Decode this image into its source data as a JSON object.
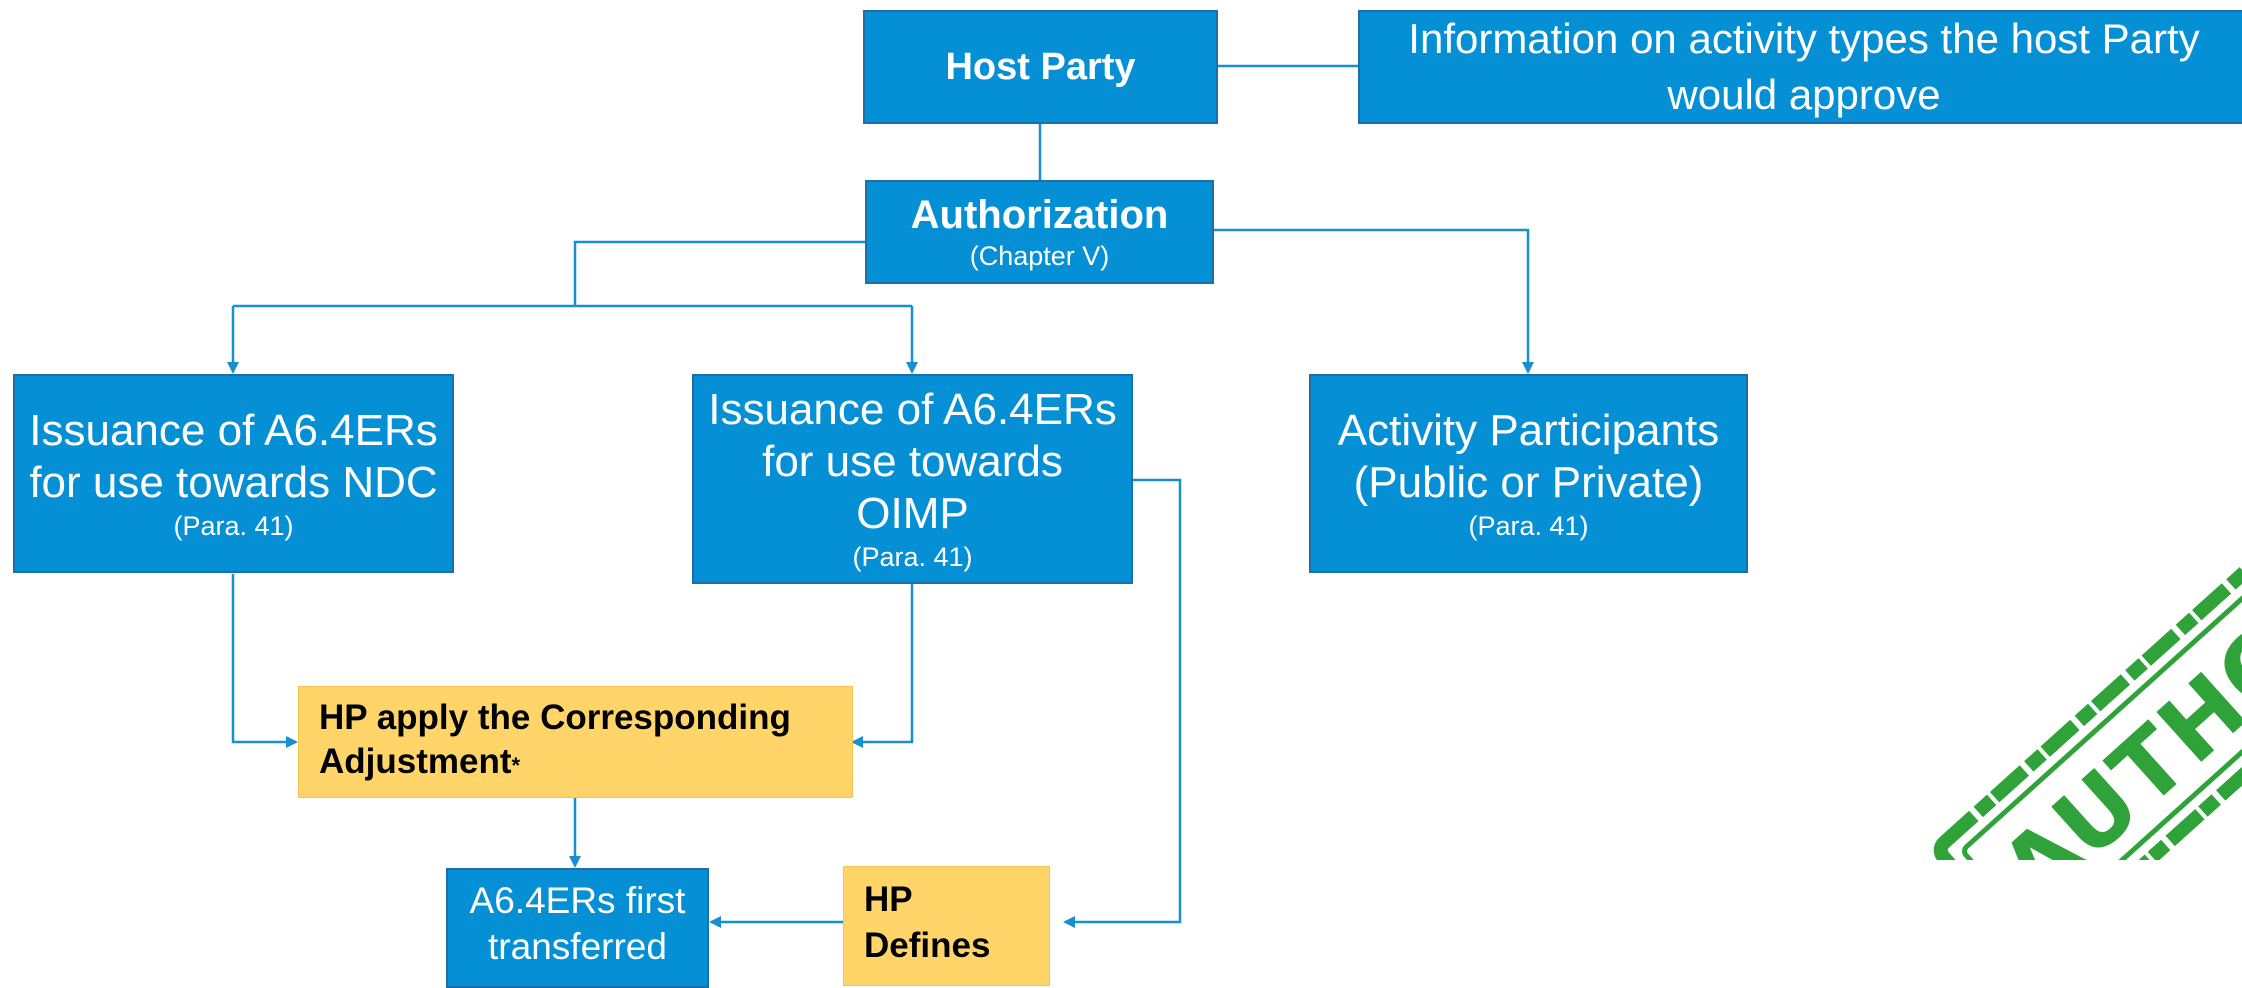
{
  "host_party": {
    "title": "Host Party"
  },
  "info": {
    "text": "Information on activity types the host Party would approve"
  },
  "authorization": {
    "title": "Authorization",
    "sub": "(Chapter V)"
  },
  "ndc": {
    "line1": "Issuance of A6.4ERs",
    "line2": "for use towards NDC",
    "sub": "(Para. 41)"
  },
  "oimp": {
    "line1": "Issuance of A6.4ERs",
    "line2": "for use towards",
    "line3": "OIMP",
    "sub": "(Para. 41)"
  },
  "participants": {
    "line1": "Activity Participants",
    "line2": "(Public or Private)",
    "sub": "(Para. 41)"
  },
  "adjustment": {
    "line1": "HP apply the Corresponding",
    "line2": "Adjustment",
    "star": "*"
  },
  "first_transferred": {
    "line1": "A6.4ERs first",
    "line2": "transferred"
  },
  "defines": {
    "line1": "HP",
    "line2": "Defines"
  },
  "stamp": {
    "text": "AUTHORIZED",
    "color": "#2fa33a"
  },
  "colors": {
    "box_blue": "#0590d6",
    "box_yellow": "#ffd569",
    "line_blue": "#1a8fd0"
  }
}
